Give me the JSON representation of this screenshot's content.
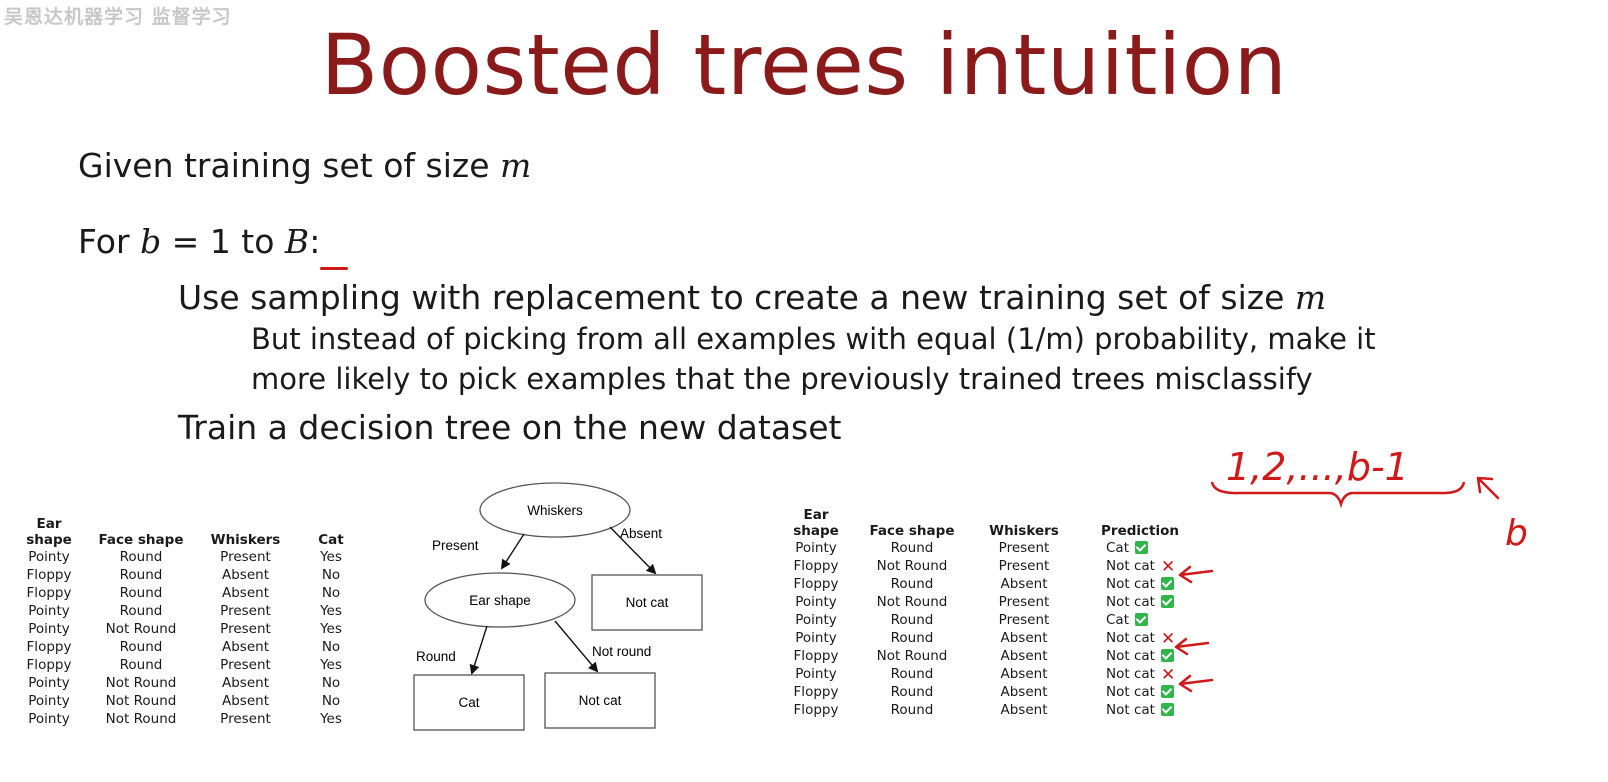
{
  "watermark": "吴恩达机器学习 监督学习",
  "title": "Boosted trees intuition",
  "lines": {
    "given_text": "Given training set of size ",
    "given_var": "m",
    "for_text": "For ",
    "for_var_b": "b",
    "for_eq": " = 1 to ",
    "for_var_B": "B",
    "for_colon": ":",
    "use_text": "Use sampling with replacement to create a new training set of size ",
    "use_var": "m",
    "instead_line1": "But instead of picking from all examples with equal (1/m) probability, make it",
    "instead_line2": "more likely to pick examples that the previously trained trees misclassify",
    "train_text": "Train a decision tree on the new dataset"
  },
  "left_table": {
    "headers": [
      "Ear shape",
      "Face shape",
      "Whiskers",
      "Cat"
    ],
    "rows": [
      [
        "Pointy",
        "Round",
        "Present",
        "Yes"
      ],
      [
        "Floppy",
        "Round",
        "Absent",
        "No"
      ],
      [
        "Floppy",
        "Round",
        "Absent",
        "No"
      ],
      [
        "Pointy",
        "Round",
        "Present",
        "Yes"
      ],
      [
        "Pointy",
        "Not Round",
        "Present",
        "Yes"
      ],
      [
        "Floppy",
        "Round",
        "Absent",
        "No"
      ],
      [
        "Floppy",
        "Round",
        "Present",
        "Yes"
      ],
      [
        "Pointy",
        "Not Round",
        "Absent",
        "No"
      ],
      [
        "Pointy",
        "Not Round",
        "Absent",
        "No"
      ],
      [
        "Pointy",
        "Not Round",
        "Present",
        "Yes"
      ]
    ]
  },
  "tree": {
    "root": "Whiskers",
    "edge_present": "Present",
    "edge_absent": "Absent",
    "mid": "Ear shape",
    "leaf_absent": "Not cat",
    "edge_round": "Round",
    "edge_not_round": "Not round",
    "leaf_cat": "Cat",
    "leaf_not_cat": "Not cat"
  },
  "right_table": {
    "headers": [
      "Ear shape",
      "Face shape",
      "Whiskers",
      "Prediction"
    ],
    "rows": [
      [
        "Pointy",
        "Round",
        "Present",
        "Cat",
        "correct"
      ],
      [
        "Floppy",
        "Not Round",
        "Present",
        "Not cat",
        "wrong"
      ],
      [
        "Floppy",
        "Round",
        "Absent",
        "Not cat",
        "correct"
      ],
      [
        "Pointy",
        "Not Round",
        "Present",
        "Not cat",
        "correct"
      ],
      [
        "Pointy",
        "Round",
        "Present",
        "Cat",
        "correct"
      ],
      [
        "Pointy",
        "Round",
        "Absent",
        "Not cat",
        "wrong"
      ],
      [
        "Floppy",
        "Not Round",
        "Absent",
        "Not cat",
        "correct"
      ],
      [
        "Pointy",
        "Round",
        "Absent",
        "Not cat",
        "wrong"
      ],
      [
        "Floppy",
        "Round",
        "Absent",
        "Not cat",
        "correct"
      ],
      [
        "Floppy",
        "Round",
        "Absent",
        "Not cat",
        "correct"
      ]
    ]
  },
  "handwriting": {
    "sequence": "1,2,...,b-1",
    "b_label": "b"
  },
  "colors": {
    "title": "#8b1a1a",
    "annotation_red": "#d01919",
    "check_green": "#2fb54a"
  }
}
